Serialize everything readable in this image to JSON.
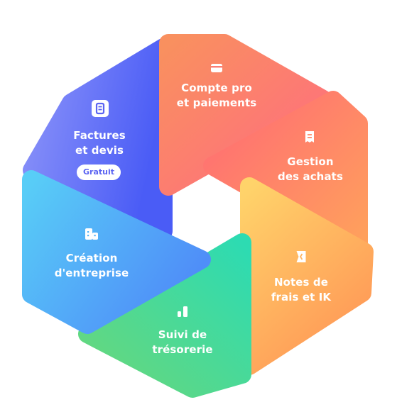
{
  "segments": [
    {
      "id": "compte",
      "line1": "Compte pro",
      "line2": "et paiements",
      "icon": "credit-card-icon"
    },
    {
      "id": "achats",
      "line1": "Gestion",
      "line2": "des achats",
      "icon": "receipt-icon"
    },
    {
      "id": "notes",
      "line1": "Notes de",
      "line2": "frais et IK",
      "icon": "expense-ticket-icon"
    },
    {
      "id": "tresorerie",
      "line1": "Suivi de",
      "line2": "trésorerie",
      "icon": "bar-chart-icon"
    },
    {
      "id": "creation",
      "line1": "Création",
      "line2": "d'entreprise",
      "icon": "building-icon"
    },
    {
      "id": "factures",
      "line1": "Factures",
      "line2": "et devis",
      "icon": "invoice-icon",
      "badge": "Gratuit"
    }
  ],
  "colors": {
    "compte": [
      "#f9905f",
      "#ff6b81"
    ],
    "achats": [
      "#ff6b74",
      "#ffa15c"
    ],
    "notes": [
      "#ffd36a",
      "#ff9a57"
    ],
    "tresorerie": [
      "#2ddbb2",
      "#6ad77a"
    ],
    "creation": [
      "#58cdf7",
      "#4f8ef8"
    ],
    "factures": [
      "#8b93f9",
      "#4a5cf6"
    ],
    "badge_text": "#5b64f2"
  }
}
